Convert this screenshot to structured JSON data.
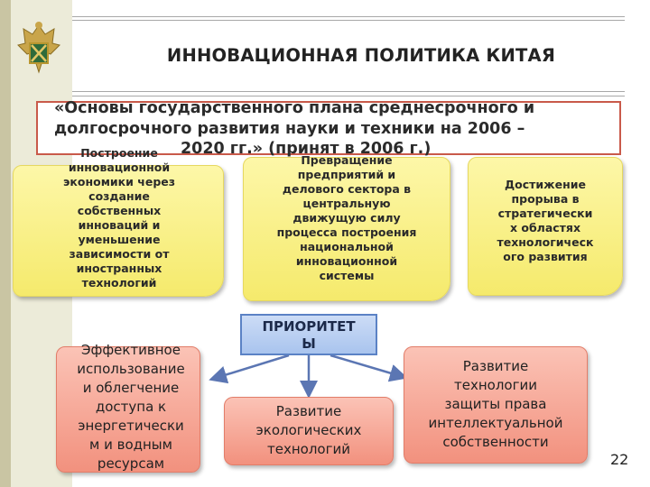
{
  "title": "ИННОВАЦИОННАЯ ПОЛИТИКА КИТАЯ",
  "banner": {
    "line1": "«Основы государственного плана среднесрочного и",
    "line2": "долгосрочного развития науки и техники на 2006 –",
    "line3": "2020 гг.» (принят в 2006 г.)"
  },
  "goals": [
    {
      "lines": [
        "Построение",
        "инновационной",
        "экономики через",
        "создание",
        "собственных",
        "инноваций и",
        "уменьшение",
        "зависимости от",
        "иностранных",
        "технологий"
      ]
    },
    {
      "lines": [
        "Превращение",
        "предприятий и",
        "делового сектора в",
        "центральную",
        "движущую силу",
        "процесса построения",
        "национальной",
        "инновационной",
        "системы"
      ]
    },
    {
      "lines": [
        "Достижение",
        "прорыва в",
        "стратегически",
        "х областях",
        "технологическ",
        "ого развития"
      ]
    }
  ],
  "priorities": {
    "label_line1": "ПРИОРИТЕТ",
    "label_line2": "Ы",
    "items": [
      {
        "lines": [
          "Эффективное",
          "использование",
          "и облегчение",
          "доступа к",
          "энергетически",
          "м и водным",
          "ресурсам"
        ]
      },
      {
        "lines": [
          "Развитие",
          "экологических",
          "технологий"
        ]
      },
      {
        "lines": [
          "Развитие",
          "технологии",
          "защиты права",
          "интеллектуальной",
          "собственности"
        ]
      }
    ]
  },
  "page_number": "22",
  "colors": {
    "banner_border": "#c95a4a",
    "goal_fill": "#f7ee86",
    "priority_fill": "#b7cdf1",
    "priority_border": "#5b82c5",
    "item_fill": "#f5a593",
    "arrow": "#5b76b3"
  }
}
